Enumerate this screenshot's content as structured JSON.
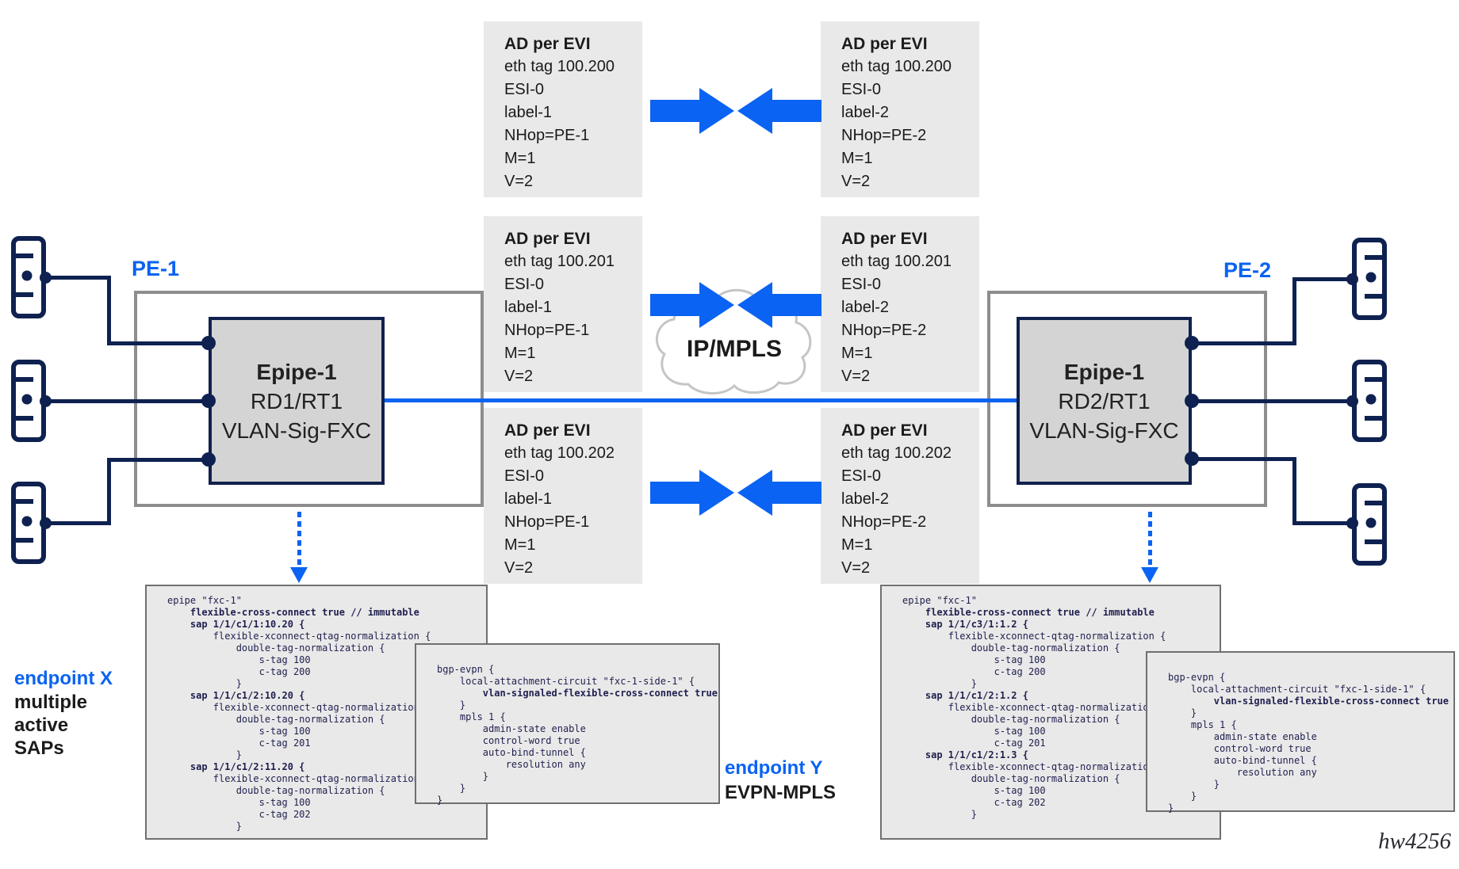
{
  "watermark": "hw4256",
  "colors": {
    "accent_blue": "#0a63f2",
    "navy": "#0e2150",
    "box_gray": "#e9e9e9",
    "epipe_gray": "#d4d4d4",
    "pe_border_gray": "#8d8d8d"
  },
  "cloud": {
    "label": "IP/MPLS"
  },
  "pe1": {
    "label": "PE-1",
    "epipe": {
      "title": "Epipe-1",
      "rd": "RD1/RT1",
      "mode": "VLAN-Sig-FXC"
    }
  },
  "pe2": {
    "label": "PE-2",
    "epipe": {
      "title": "Epipe-1",
      "rd": "RD2/RT1",
      "mode": "VLAN-Sig-FXC"
    }
  },
  "ad_routes": [
    {
      "title": "AD per EVI",
      "lines": [
        "eth tag 100.200",
        "ESI-0",
        "label-1",
        "NHop=PE-1",
        "M=1",
        "V=2"
      ]
    },
    {
      "title": "AD per EVI",
      "lines": [
        "eth tag 100.200",
        "ESI-0",
        "label-2",
        "NHop=PE-2",
        "M=1",
        "V=2"
      ]
    },
    {
      "title": "AD per EVI",
      "lines": [
        "eth tag 100.201",
        "ESI-0",
        "label-1",
        "NHop=PE-1",
        "M=1",
        "V=2"
      ]
    },
    {
      "title": "AD per EVI",
      "lines": [
        "eth tag 100.201",
        "ESI-0",
        "label-2",
        "NHop=PE-2",
        "M=1",
        "V=2"
      ]
    },
    {
      "title": "AD per EVI",
      "lines": [
        "eth tag 100.202",
        "ESI-0",
        "label-1",
        "NHop=PE-1",
        "M=1",
        "V=2"
      ]
    },
    {
      "title": "AD per EVI",
      "lines": [
        "eth tag 100.202",
        "ESI-0",
        "label-2",
        "NHop=PE-2",
        "M=1",
        "V=2"
      ]
    }
  ],
  "annotations": {
    "endpoint_x": {
      "title": "endpoint X",
      "lines": [
        "multiple",
        "active",
        "SAPs"
      ]
    },
    "endpoint_y": {
      "title": "endpoint Y",
      "subtitle": "EVPN-MPLS"
    }
  },
  "configs": {
    "pe1_epipe": {
      "lines": [
        {
          "t": "epipe \"fxc-1\"",
          "b": false
        },
        {
          "t": "    flexible-cross-connect true // immutable",
          "b": true
        },
        {
          "t": "    sap 1/1/c1/1:10.20 {",
          "b": true
        },
        {
          "t": "        flexible-xconnect-qtag-normalization {",
          "b": false
        },
        {
          "t": "            double-tag-normalization {",
          "b": false
        },
        {
          "t": "                s-tag 100",
          "b": false
        },
        {
          "t": "                c-tag 200",
          "b": false
        },
        {
          "t": "            }",
          "b": false
        },
        {
          "t": "    sap 1/1/c1/2:10.20 {",
          "b": true
        },
        {
          "t": "        flexible-xconnect-qtag-normalization {",
          "b": false
        },
        {
          "t": "            double-tag-normalization {",
          "b": false
        },
        {
          "t": "                s-tag 100",
          "b": false
        },
        {
          "t": "                c-tag 201",
          "b": false
        },
        {
          "t": "            }",
          "b": false
        },
        {
          "t": "    sap 1/1/c1/2:11.20 {",
          "b": true
        },
        {
          "t": "        flexible-xconnect-qtag-normalization {",
          "b": false
        },
        {
          "t": "            double-tag-normalization {",
          "b": false
        },
        {
          "t": "                s-tag 100",
          "b": false
        },
        {
          "t": "                c-tag 202",
          "b": false
        },
        {
          "t": "            }",
          "b": false
        }
      ]
    },
    "pe1_bgp": {
      "lines": [
        {
          "t": "bgp-evpn {",
          "b": false
        },
        {
          "t": "    local-attachment-circuit \"fxc-1-side-1\" {",
          "b": false
        },
        {
          "t": "        vlan-signaled-flexible-cross-connect true",
          "b": true
        },
        {
          "t": "    }",
          "b": false
        },
        {
          "t": "    mpls 1 {",
          "b": false
        },
        {
          "t": "        admin-state enable",
          "b": false
        },
        {
          "t": "        control-word true",
          "b": false
        },
        {
          "t": "        auto-bind-tunnel {",
          "b": false
        },
        {
          "t": "            resolution any",
          "b": false
        },
        {
          "t": "        }",
          "b": false
        },
        {
          "t": "    }",
          "b": false
        },
        {
          "t": "}",
          "b": false
        }
      ]
    },
    "pe2_epipe": {
      "lines": [
        {
          "t": "epipe \"fxc-1\"",
          "b": false
        },
        {
          "t": "    flexible-cross-connect true // immutable",
          "b": true
        },
        {
          "t": "    sap 1/1/c3/1:1.2 {",
          "b": true
        },
        {
          "t": "        flexible-xconnect-qtag-normalization {",
          "b": false
        },
        {
          "t": "            double-tag-normalization {",
          "b": false
        },
        {
          "t": "                s-tag 100",
          "b": false
        },
        {
          "t": "                c-tag 200",
          "b": false
        },
        {
          "t": "            }",
          "b": false
        },
        {
          "t": "    sap 1/1/c1/2:1.2 {",
          "b": true
        },
        {
          "t": "        flexible-xconnect-qtag-normalization {",
          "b": false
        },
        {
          "t": "            double-tag-normalization {",
          "b": false
        },
        {
          "t": "                s-tag 100",
          "b": false
        },
        {
          "t": "                c-tag 201",
          "b": false
        },
        {
          "t": "    sap 1/1/c1/2:1.3 {",
          "b": true
        },
        {
          "t": "        flexible-xconnect-qtag-normalization {",
          "b": false
        },
        {
          "t": "            double-tag-normalization {",
          "b": false
        },
        {
          "t": "                s-tag 100",
          "b": false
        },
        {
          "t": "                c-tag 202",
          "b": false
        },
        {
          "t": "            }",
          "b": false
        }
      ]
    },
    "pe2_bgp": {
      "lines": [
        {
          "t": "bgp-evpn {",
          "b": false
        },
        {
          "t": "    local-attachment-circuit \"fxc-1-side-1\" {",
          "b": false
        },
        {
          "t": "        vlan-signaled-flexible-cross-connect true",
          "b": true
        },
        {
          "t": "    }",
          "b": false
        },
        {
          "t": "    mpls 1 {",
          "b": false
        },
        {
          "t": "        admin-state enable",
          "b": false
        },
        {
          "t": "        control-word true",
          "b": false
        },
        {
          "t": "        auto-bind-tunnel {",
          "b": false
        },
        {
          "t": "            resolution any",
          "b": false
        },
        {
          "t": "        }",
          "b": false
        },
        {
          "t": "    }",
          "b": false
        },
        {
          "t": "}",
          "b": false
        }
      ]
    }
  }
}
